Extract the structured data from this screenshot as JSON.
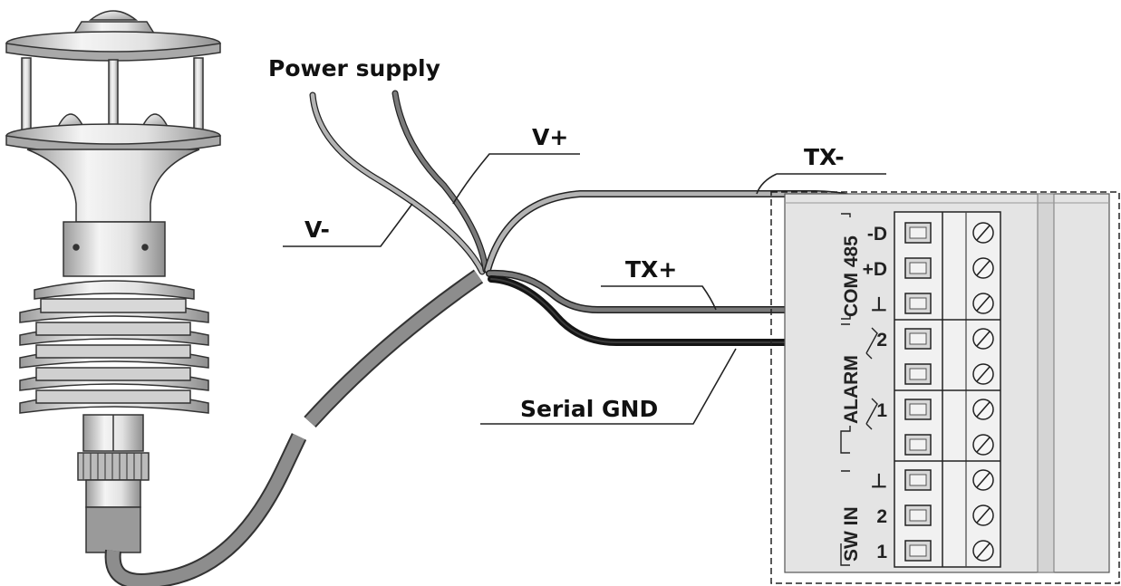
{
  "labels": {
    "power_supply": "Power supply",
    "v_plus": "V+",
    "v_minus": "V-",
    "tx_minus": "TX-",
    "tx_plus": "TX+",
    "serial_gnd": "Serial GND"
  },
  "terminal_block": {
    "group_com485": "COM 485",
    "group_alarm": "ALARM",
    "group_swin": "SW IN",
    "pins": [
      "-D",
      "+D",
      "⊥",
      "2",
      "",
      "1",
      "",
      "⊥",
      "2",
      "1"
    ]
  },
  "colors": {
    "wire_light_gray": "#b3b3b3",
    "wire_dark_gray": "#7a7a7a",
    "wire_black": "#151515",
    "housing": "#e4e4e4"
  }
}
